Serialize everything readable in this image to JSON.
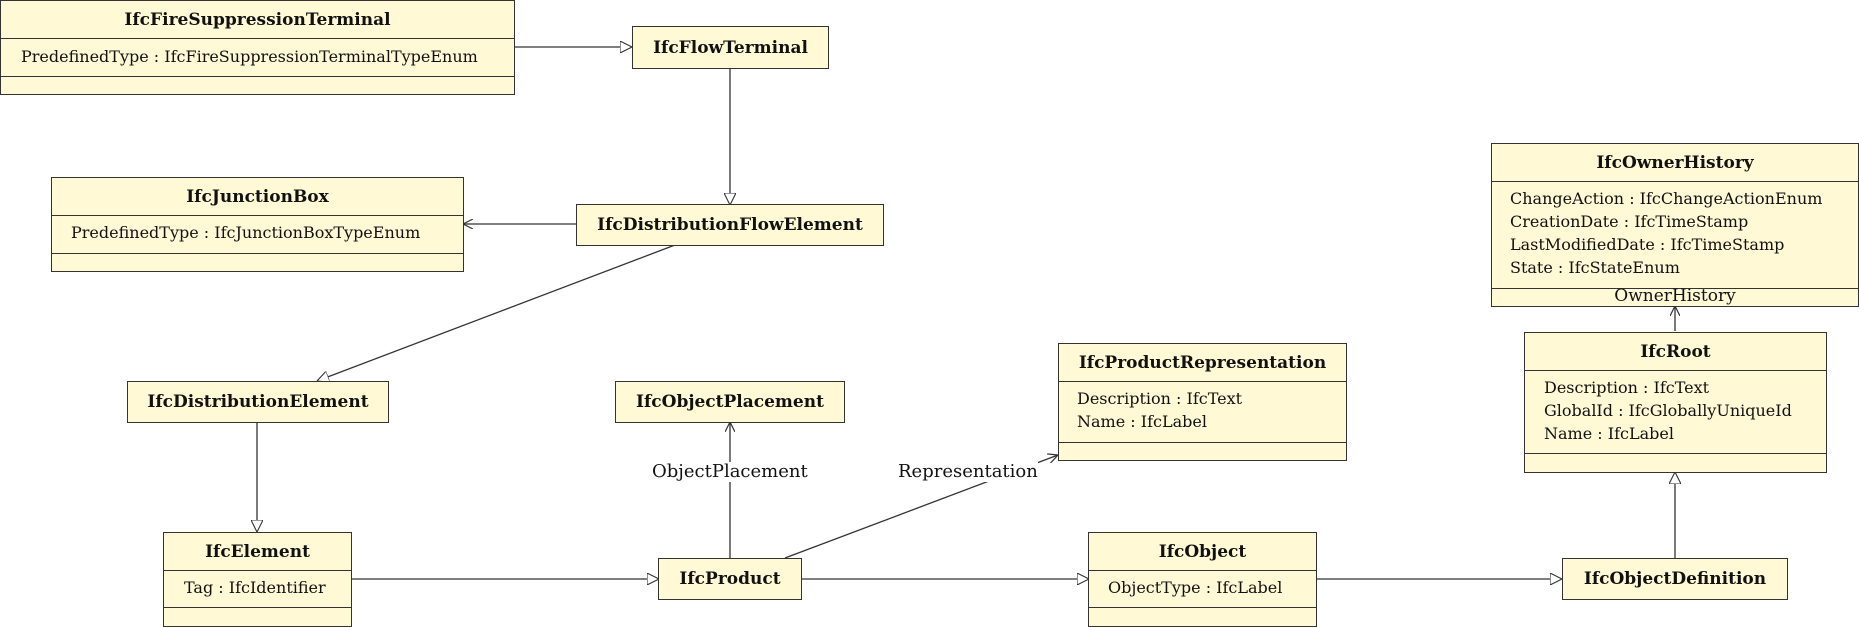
{
  "classes": {
    "fire_suppression_terminal": {
      "name": "IfcFireSuppressionTerminal",
      "attributes": [
        "PredefinedType : IfcFireSuppressionTerminalTypeEnum"
      ]
    },
    "flow_terminal": {
      "name": "IfcFlowTerminal"
    },
    "junction_box": {
      "name": "IfcJunctionBox",
      "attributes": [
        "PredefinedType : IfcJunctionBoxTypeEnum"
      ]
    },
    "distribution_flow_element": {
      "name": "IfcDistributionFlowElement"
    },
    "owner_history": {
      "name": "IfcOwnerHistory",
      "attributes": [
        "ChangeAction : IfcChangeActionEnum",
        "CreationDate : IfcTimeStamp",
        "LastModifiedDate : IfcTimeStamp",
        "State : IfcStateEnum"
      ],
      "operations_text": "OwnerHistory"
    },
    "product_representation": {
      "name": "IfcProductRepresentation",
      "attributes": [
        "Description : IfcText",
        "Name : IfcLabel"
      ]
    },
    "root": {
      "name": "IfcRoot",
      "attributes": [
        "Description : IfcText",
        "GlobalId : IfcGloballyUniqueId",
        "Name : IfcLabel"
      ]
    },
    "distribution_element": {
      "name": "IfcDistributionElement"
    },
    "object_placement": {
      "name": "IfcObjectPlacement"
    },
    "element": {
      "name": "IfcElement",
      "attributes": [
        "Tag : IfcIdentifier"
      ]
    },
    "product": {
      "name": "IfcProduct"
    },
    "object": {
      "name": "IfcObject",
      "attributes": [
        "ObjectType : IfcLabel"
      ]
    },
    "object_definition": {
      "name": "IfcObjectDefinition"
    }
  },
  "edge_labels": {
    "object_placement": "ObjectPlacement",
    "representation": "Representation"
  },
  "colors": {
    "class_fill": "#fff9d6",
    "stroke": "#333333",
    "text": "#111111"
  }
}
